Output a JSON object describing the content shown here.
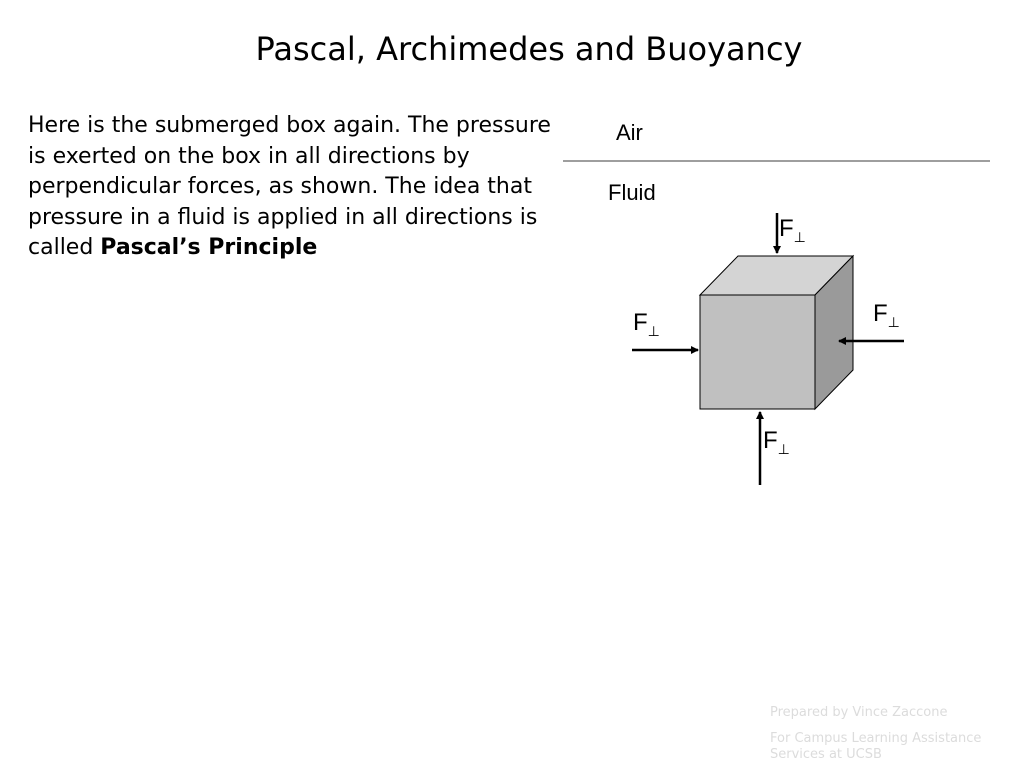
{
  "slide": {
    "title": "Pascal, Archimedes and Buoyancy",
    "body": {
      "text": "Here is the submerged box again.  The pressure is exerted on the box in all directions by perpendicular forces, as shown.  The idea that pressure in a fluid is applied in all directions is called ",
      "emphasis": "Pascal’s Principle"
    }
  },
  "diagram": {
    "air_label": "Air",
    "fluid_label": "Fluid",
    "forces": {
      "top": {
        "symbol": "F",
        "subscript": "⊥"
      },
      "left": {
        "symbol": "F",
        "subscript": "⊥"
      },
      "right": {
        "symbol": "F",
        "subscript": "⊥"
      },
      "bottom": {
        "symbol": "F",
        "subscript": "⊥"
      }
    },
    "colors": {
      "box_front": "#c0c0c0",
      "box_top": "#d4d4d4",
      "box_side": "#9a9a9a",
      "surface_line": "#7f7f7f"
    }
  },
  "footer": {
    "line1": "Prepared by Vince Zaccone",
    "line2": "For Campus Learning Assistance Services at UCSB"
  }
}
